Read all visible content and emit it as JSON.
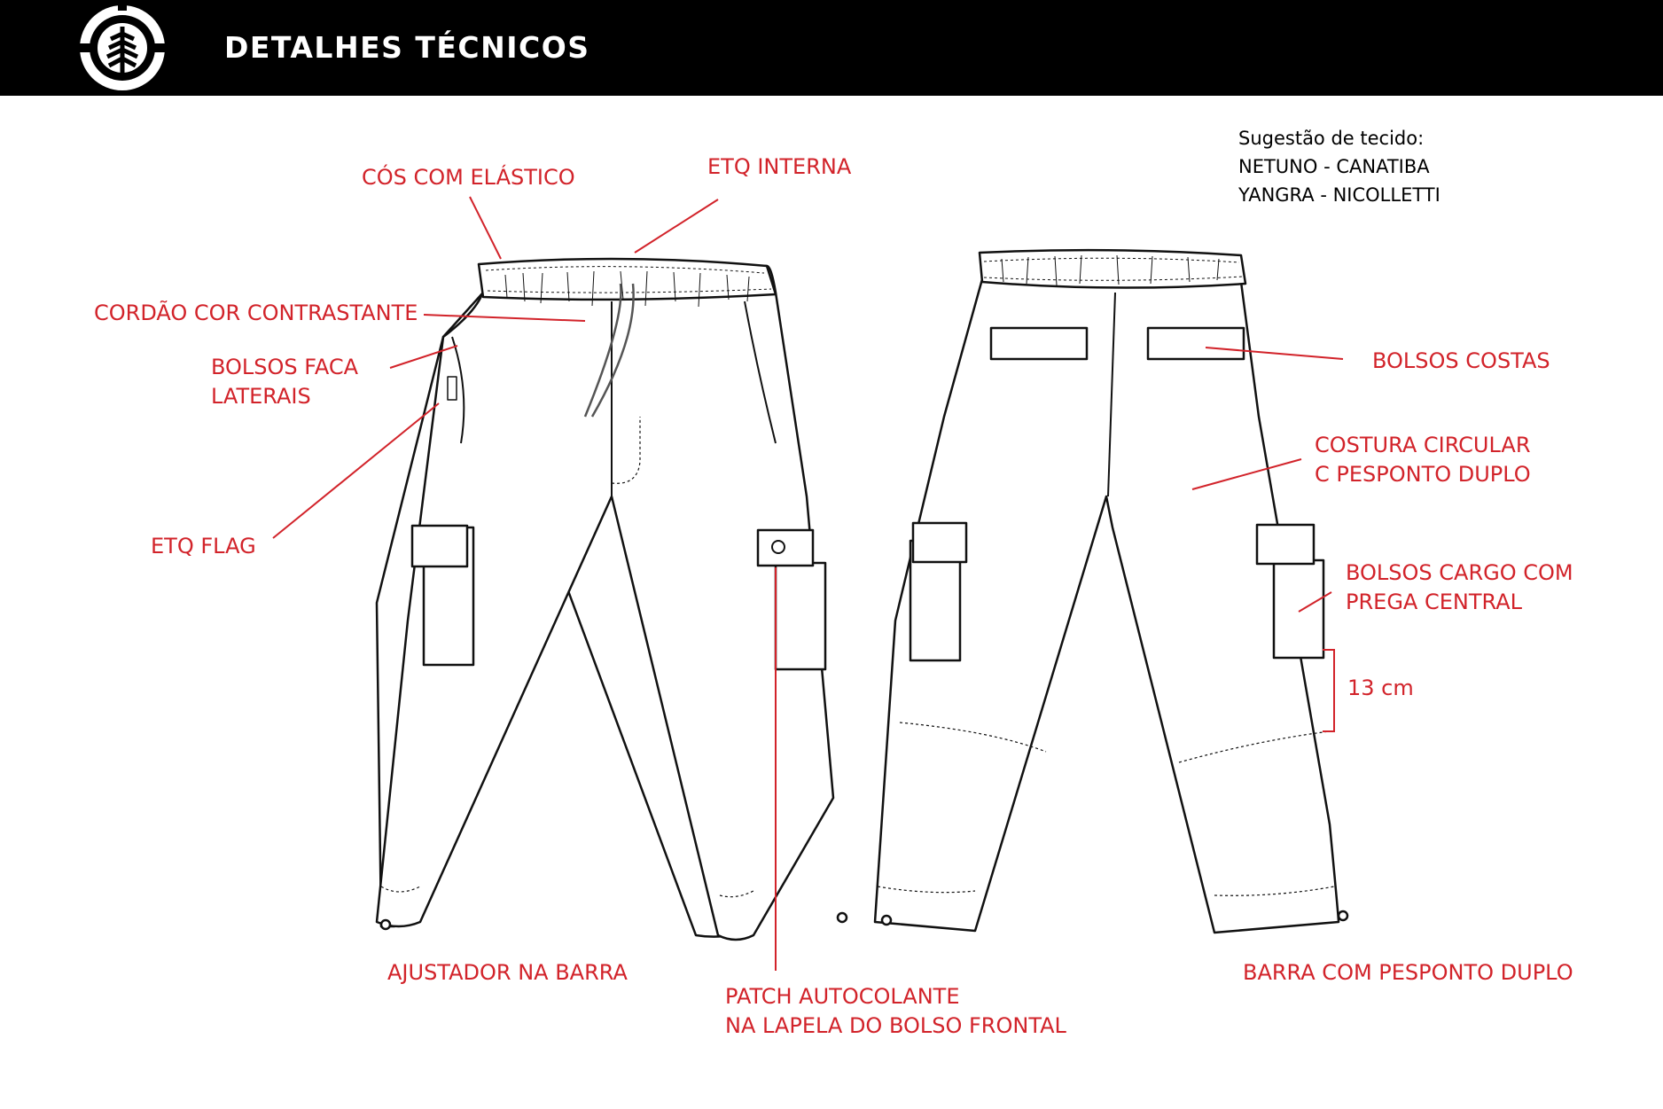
{
  "header": {
    "title": "DETALHES TÉCNICOS",
    "logo_icon": "element-tree-logo-icon"
  },
  "fabric": {
    "lines": [
      "Sugestão de tecido:",
      "NETUNO - CANATIBA",
      "YANGRA - NICOLLETTI"
    ]
  },
  "callouts": {
    "cos": "CÓS COM ELÁSTICO",
    "etq_interna": "ETQ INTERNA",
    "cordao": "CORDÃO COR CONTRASTANTE",
    "bolsos_faca": [
      "BOLSOS  FACA",
      "LATERAIS"
    ],
    "etq_flag": "ETQ FLAG",
    "ajustador": "AJUSTADOR NA BARRA",
    "patch": [
      "PATCH AUTOCOLANTE",
      "NA LAPELA DO BOLSO FRONTAL"
    ],
    "bolsos_costas": "BOLSOS COSTAS",
    "costura": [
      "COSTURA CIRCULAR",
      "C PESPONTO DUPLO"
    ],
    "bolsos_cargo": [
      "BOLSOS CARGO COM",
      "PREGA CENTRAL"
    ],
    "medida": "13 cm",
    "barra": "BARRA COM PESPONTO DUPLO"
  },
  "colors": {
    "header_bg": "#000000",
    "callout": "#d2232a",
    "outline": "#111111"
  }
}
